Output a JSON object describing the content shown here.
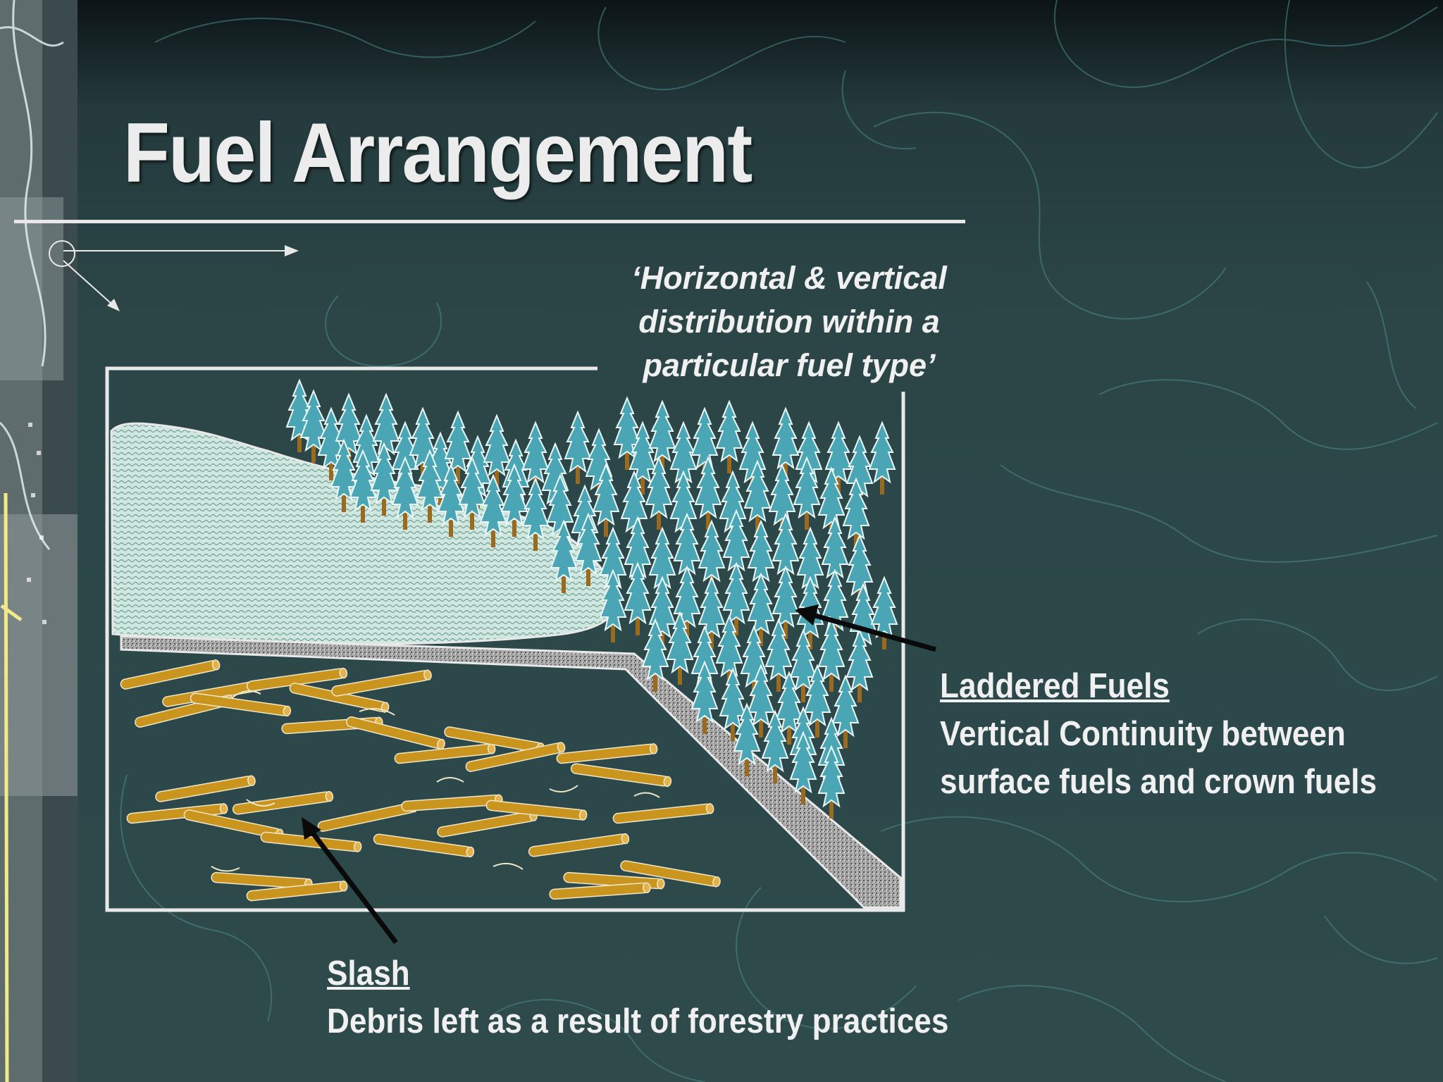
{
  "slide": {
    "title": "Fuel Arrangement",
    "definition_lines": [
      "‘Horizontal & vertical",
      "distribution within a",
      "particular fuel type’"
    ]
  },
  "labels": {
    "laddered": {
      "heading": "Laddered Fuels",
      "lines": [
        "Vertical Continuity between",
        "surface fuels and crown fuels"
      ]
    },
    "slash": {
      "heading": "Slash",
      "lines": [
        "Debris left as a result of forestry practices"
      ]
    }
  },
  "colors": {
    "background": "#2e4a4b",
    "tree": "#4aa6b4",
    "trunk": "#9a6a1e",
    "log": "#c9951e",
    "text": "#f0f0f0"
  }
}
